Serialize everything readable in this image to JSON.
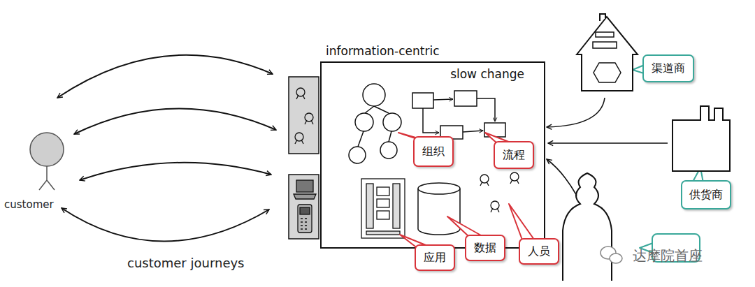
{
  "diagram": {
    "nodes": [
      {
        "text": [
          "information-centric",
          "slow change"
        ]
      },
      {
        "text": [
          "组织"
        ],
        "in": 0
      },
      {
        "text": [
          "流程"
        ],
        "in": 0
      },
      {
        "text": [
          "应用"
        ]
      },
      {
        "text": [
          "数据"
        ]
      },
      {
        "text": [
          "人员"
        ]
      },
      {
        "text": [
          "渠道商"
        ]
      },
      {
        "text": [
          "供货商"
        ]
      }
    ],
    "labels": [
      "customer",
      "customer journeys",
      "达摩院首座"
    ]
  }
}
